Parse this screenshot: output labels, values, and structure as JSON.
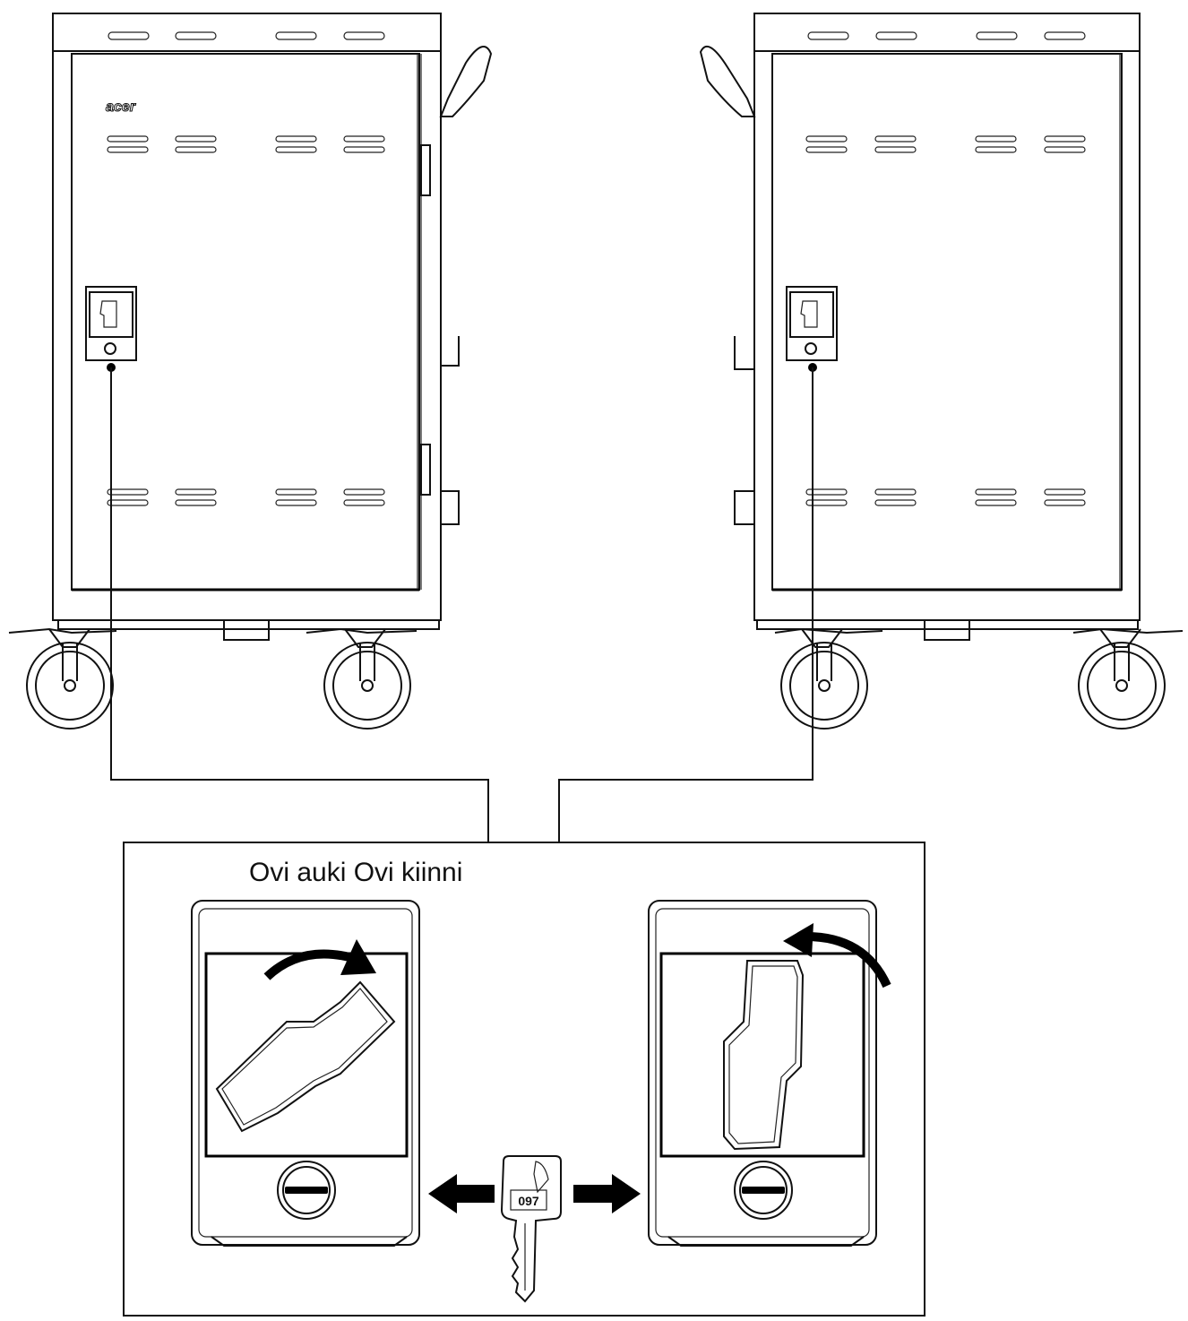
{
  "caption": "Ovi auki Ovi kiinni",
  "brand_logo": "acer",
  "key_number": "097",
  "colors": {
    "line": "#111111",
    "arrow": "#000000",
    "background": "#ffffff"
  },
  "icons": [
    "cart-left",
    "cart-right",
    "lock-open",
    "lock-closed",
    "key",
    "arrow-left",
    "arrow-right"
  ]
}
